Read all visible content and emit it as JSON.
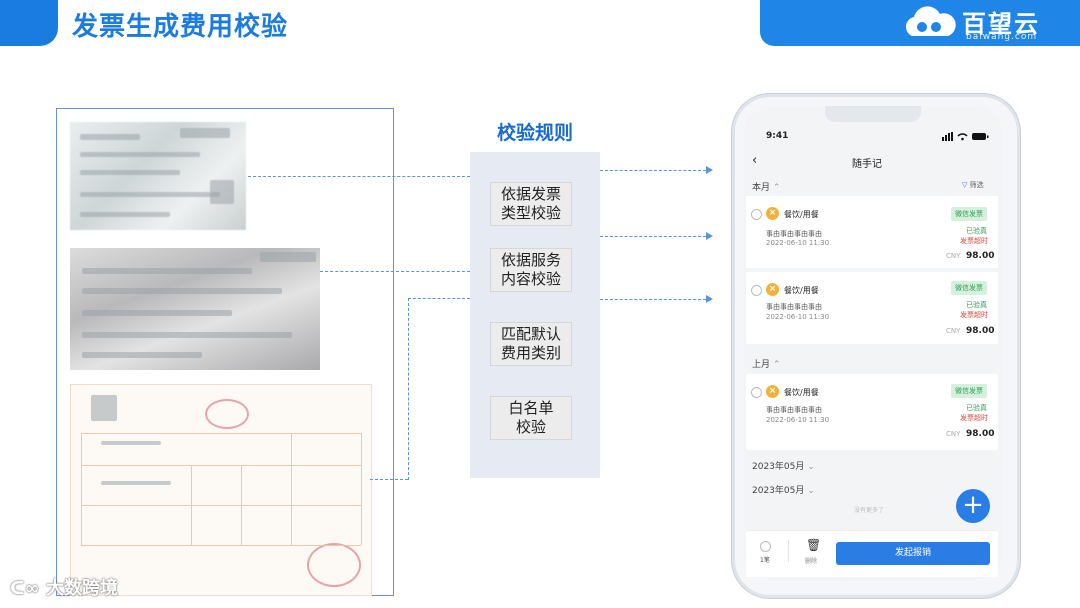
{
  "header": {
    "title": "发票生成费用校验",
    "brand_name": "百望云",
    "brand_sub": "baiwang.com",
    "brand_icon": "cloud-logo-icon",
    "accent_color": "#1a7be0"
  },
  "rules": {
    "title": "校验规则",
    "items": [
      {
        "line1": "依据发票",
        "line2": "类型校验"
      },
      {
        "line1": "依据服务",
        "line2": "内容校验"
      },
      {
        "line1": "匹配默认",
        "line2": "费用类别"
      },
      {
        "line1": "白名单",
        "line2": "校验"
      }
    ]
  },
  "phone": {
    "time": "9:41",
    "page_title": "随手记",
    "back_icon": "chevron-left-icon",
    "filter_label": "筛选",
    "sections": [
      {
        "label": "本月"
      },
      {
        "label": "上月"
      },
      {
        "label": "2023年05月"
      },
      {
        "label": "2023年05月"
      }
    ],
    "records": [
      {
        "category": "餐饮/用餐",
        "desc": "事由事由事由事由",
        "datetime": "2022-06-10  11:30",
        "tag": "微信发票",
        "verify": "已验真",
        "overdue": "发票超时",
        "currency": "CNY",
        "amount": "98.00"
      },
      {
        "category": "餐饮/用餐",
        "desc": "事由事由事由事由",
        "datetime": "2022-06-10  11:30",
        "tag": "微信发票",
        "verify": "已验真",
        "overdue": "发票超时",
        "currency": "CNY",
        "amount": "98.00"
      },
      {
        "category": "餐饮/用餐",
        "desc": "事由事由事由事由",
        "datetime": "2022-06-10  11:30",
        "tag": "微信发票",
        "verify": "已验真",
        "overdue": "发票超时",
        "currency": "CNY",
        "amount": "98.00"
      }
    ],
    "load_more": "没有更多了",
    "bottom": {
      "count_label": "1笔",
      "delete_label": "删除",
      "submit_label": "发起报销"
    }
  },
  "watermark": "大数跨境"
}
